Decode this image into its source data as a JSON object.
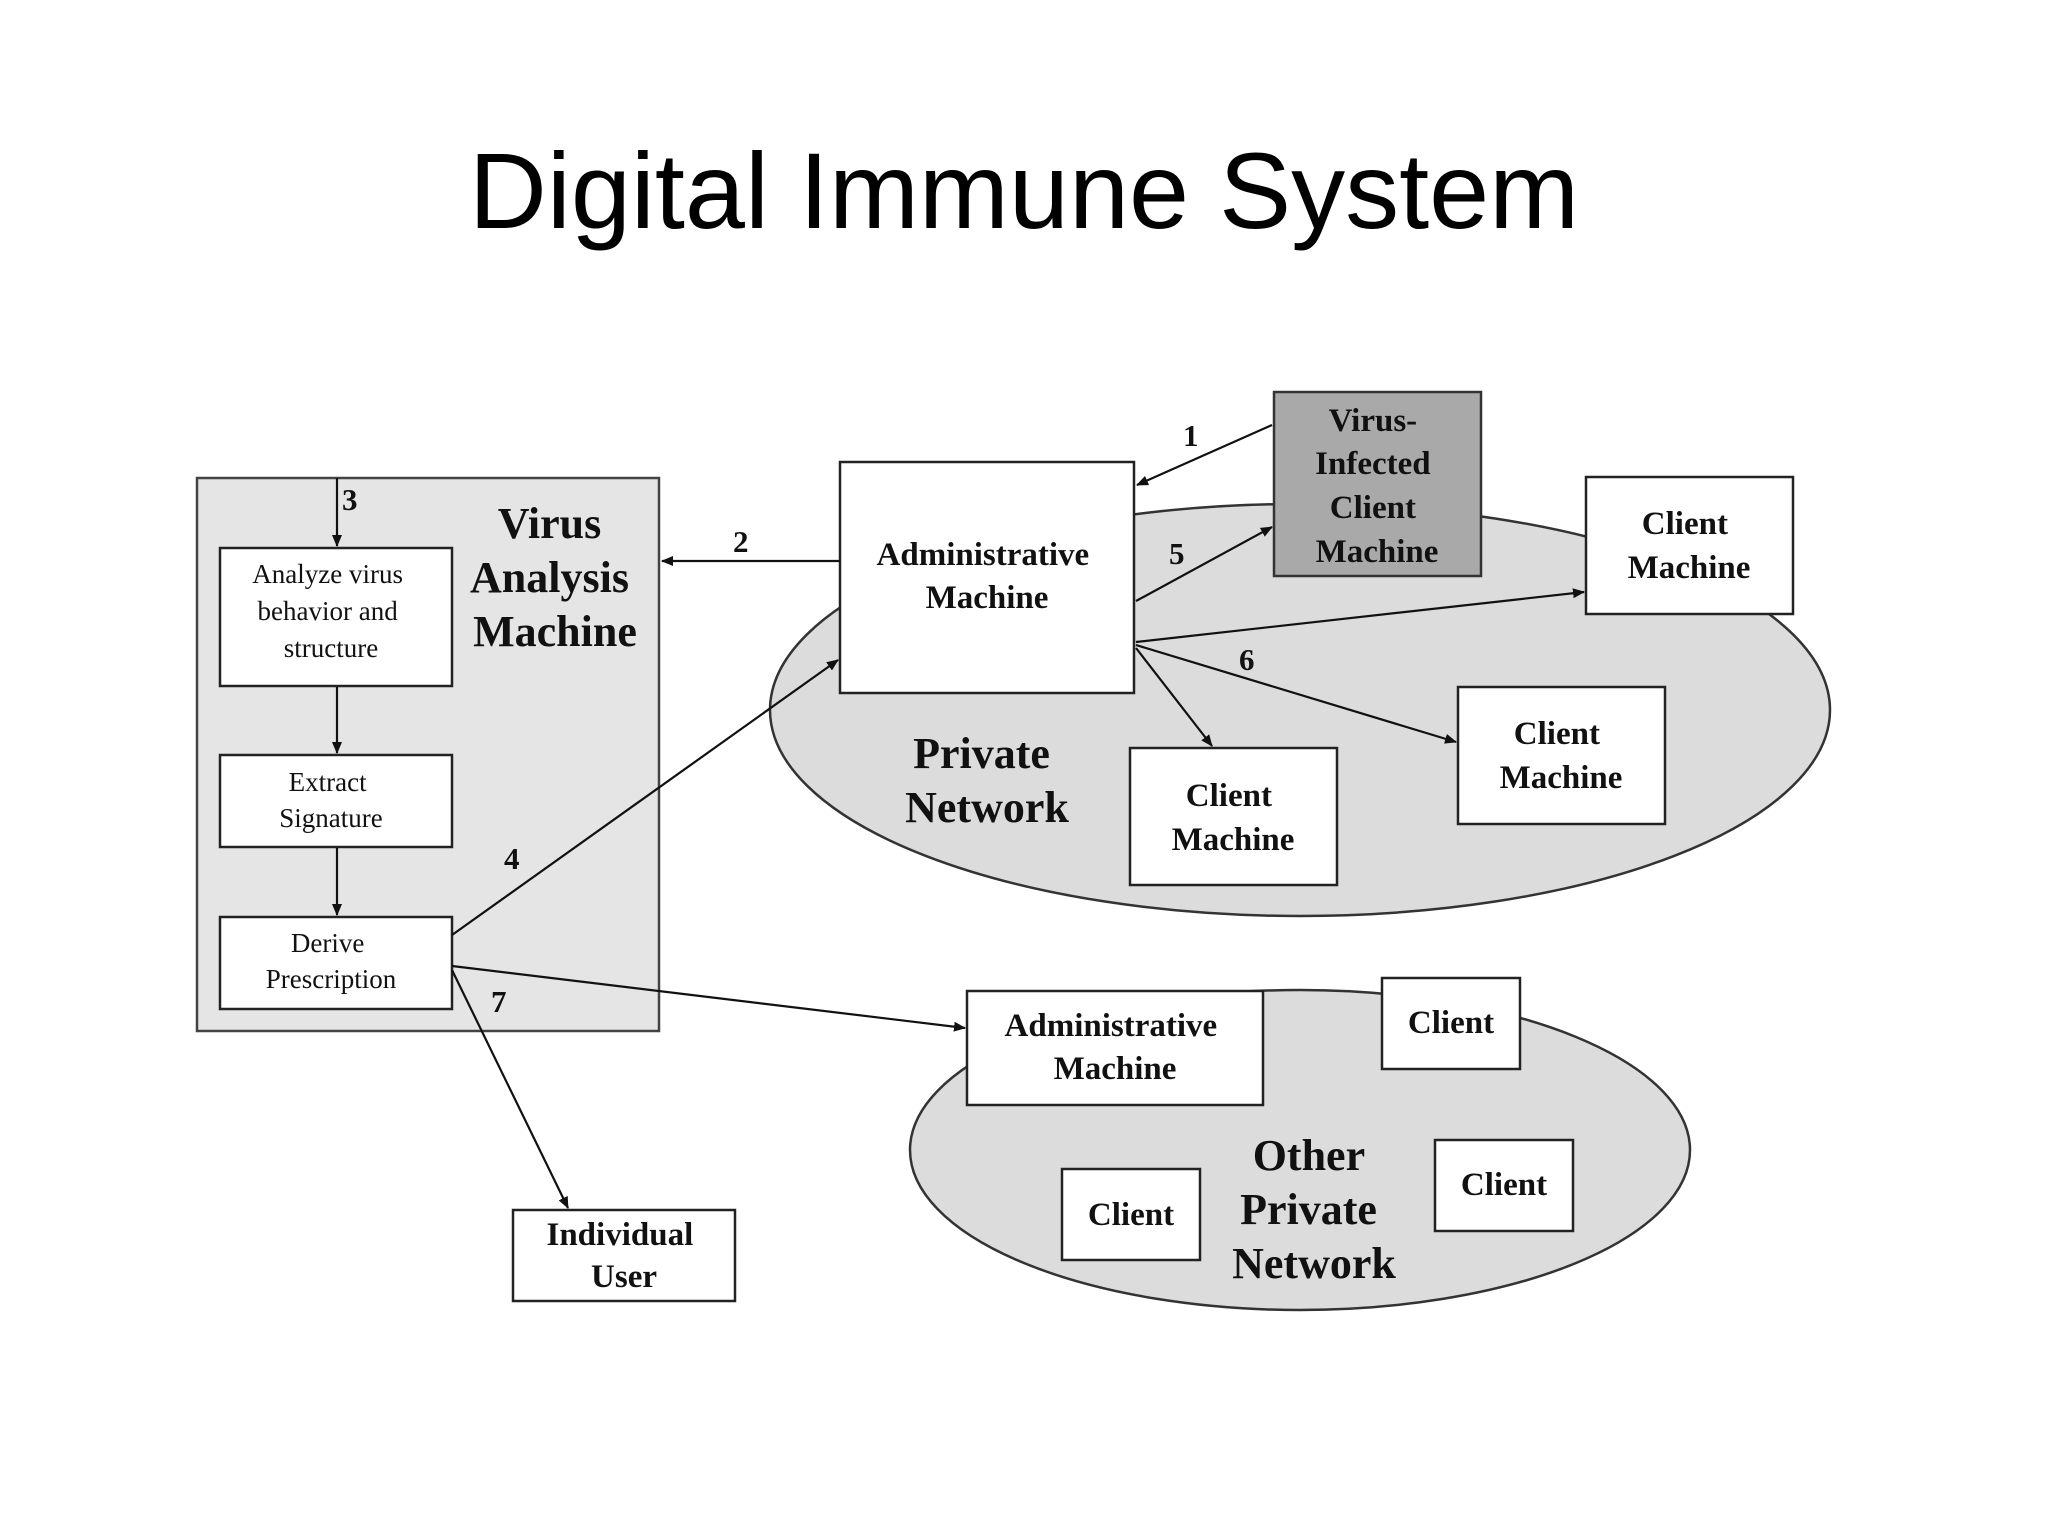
{
  "title": "Digital Immune System",
  "virus_analysis_machine": {
    "label_lines": [
      "Virus",
      "Analysis",
      "Machine"
    ],
    "steps": [
      [
        "Analyze virus",
        "behavior and",
        "structure"
      ],
      [
        "Extract",
        "Signature"
      ],
      [
        "Derive",
        "Prescription"
      ]
    ]
  },
  "private_network": {
    "label_lines": [
      "Private",
      "Network"
    ],
    "admin_machine": [
      "Administrative",
      "Machine"
    ],
    "infected_client": [
      "Virus-",
      "Infected",
      "Client",
      "Machine"
    ],
    "client_machine": [
      "Client",
      "Machine"
    ]
  },
  "other_network": {
    "label_lines": [
      "Other",
      "Private",
      "Network"
    ],
    "admin_machine": [
      "Administrative",
      "Machine"
    ],
    "client": "Client"
  },
  "individual_user": [
    "Individual",
    "User"
  ],
  "steps": [
    "1",
    "2",
    "3",
    "4",
    "5",
    "6",
    "7"
  ],
  "colors": {
    "panel_fill": "#e5e5e6",
    "network_fill": "#dcdcdd",
    "infected_fill": "#a9a9a9"
  }
}
